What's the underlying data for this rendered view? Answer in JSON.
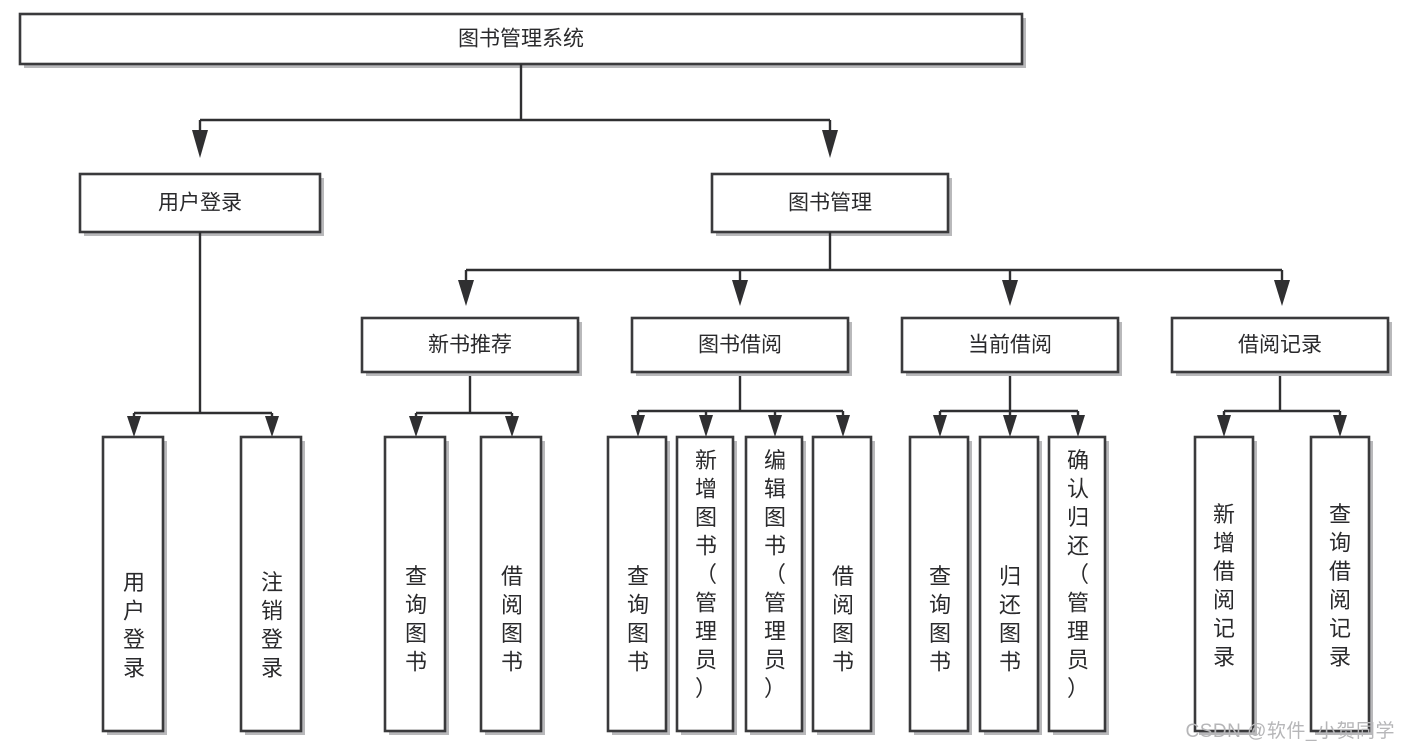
{
  "diagram": {
    "type": "tree",
    "title": "图书管理系统",
    "orientation": "top-down",
    "colors": {
      "box_fill": "#ffffff",
      "box_stroke": "#3a3a3c",
      "connector": "#2f2f31",
      "text": "#2a2a2c",
      "watermark": "#b6b6b8",
      "background": "#ffffff"
    },
    "root": {
      "id": "root",
      "label": "图书管理系统"
    },
    "level2": [
      {
        "id": "user-login",
        "label": "用户登录"
      },
      {
        "id": "book-management",
        "label": "图书管理"
      }
    ],
    "level3": [
      {
        "id": "new-book-recommend",
        "label": "新书推荐"
      },
      {
        "id": "book-borrow",
        "label": "图书借阅"
      },
      {
        "id": "current-borrow",
        "label": "当前借阅"
      },
      {
        "id": "borrow-record",
        "label": "借阅记录"
      }
    ],
    "leaves": [
      {
        "id": "leaf-user-login",
        "label": "用户登录",
        "parent": "user-login"
      },
      {
        "id": "leaf-user-logout",
        "label": "注销登录",
        "parent": "user-login"
      },
      {
        "id": "leaf-query-book-1",
        "label": "查询图书",
        "parent": "new-book-recommend"
      },
      {
        "id": "leaf-borrow-book-1",
        "label": "借阅图书",
        "parent": "new-book-recommend"
      },
      {
        "id": "leaf-query-book-2",
        "label": "查询图书",
        "parent": "book-borrow"
      },
      {
        "id": "leaf-add-book",
        "label": "新增图书（管理员）",
        "parent": "book-borrow"
      },
      {
        "id": "leaf-edit-book",
        "label": "编辑图书（管理员）",
        "parent": "book-borrow"
      },
      {
        "id": "leaf-borrow-book-2",
        "label": "借阅图书",
        "parent": "book-borrow"
      },
      {
        "id": "leaf-query-book-3",
        "label": "查询图书",
        "parent": "current-borrow"
      },
      {
        "id": "leaf-return-book",
        "label": "归还图书",
        "parent": "current-borrow"
      },
      {
        "id": "leaf-confirm-return",
        "label": "确认归还（管理员）",
        "parent": "current-borrow"
      },
      {
        "id": "leaf-add-record",
        "label": "新增借阅记录",
        "parent": "borrow-record"
      },
      {
        "id": "leaf-query-record",
        "label": "查询借阅记录",
        "parent": "borrow-record"
      }
    ]
  },
  "watermark": {
    "text": "CSDN @软件_小贺同学"
  }
}
